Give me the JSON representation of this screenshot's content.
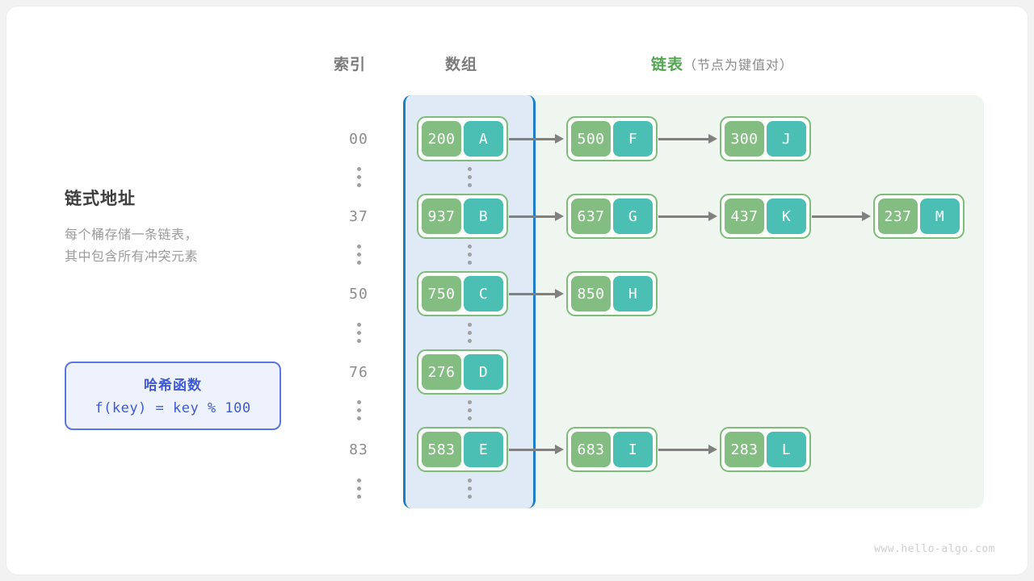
{
  "headers": {
    "index": "索引",
    "array": "数组",
    "list_main": "链表",
    "list_sub": "（节点为键值对）"
  },
  "left": {
    "title": "链式地址",
    "line1": "每个桶存储一条链表，",
    "line2": "其中包含所有冲突元素"
  },
  "hash": {
    "title": "哈希函数",
    "formula": "f(key) = key % 100"
  },
  "watermark": "www.hello-algo.com",
  "colors": {
    "key_cell": "#83bd81",
    "value_cell": "#4cbfb4",
    "node_border": "#7fbb7a",
    "array_panel_bg": "#dfeaf6",
    "array_panel_border": "#1f7ec4",
    "list_panel_bg": "#eff6ef",
    "hash_accent": "#3f5ad0",
    "list_header": "#54a551",
    "arrow": "#808080"
  },
  "ellipsis": "⋮",
  "buckets": [
    {
      "index": "00",
      "nodes": [
        {
          "key": "200",
          "value": "A"
        },
        {
          "key": "500",
          "value": "F"
        },
        {
          "key": "300",
          "value": "J"
        }
      ]
    },
    {
      "index": "37",
      "nodes": [
        {
          "key": "937",
          "value": "B"
        },
        {
          "key": "637",
          "value": "G"
        },
        {
          "key": "437",
          "value": "K"
        },
        {
          "key": "237",
          "value": "M"
        }
      ]
    },
    {
      "index": "50",
      "nodes": [
        {
          "key": "750",
          "value": "C"
        },
        {
          "key": "850",
          "value": "H"
        }
      ]
    },
    {
      "index": "76",
      "nodes": [
        {
          "key": "276",
          "value": "D"
        }
      ]
    },
    {
      "index": "83",
      "nodes": [
        {
          "key": "583",
          "value": "E"
        },
        {
          "key": "683",
          "value": "I"
        },
        {
          "key": "283",
          "value": "L"
        }
      ]
    }
  ]
}
